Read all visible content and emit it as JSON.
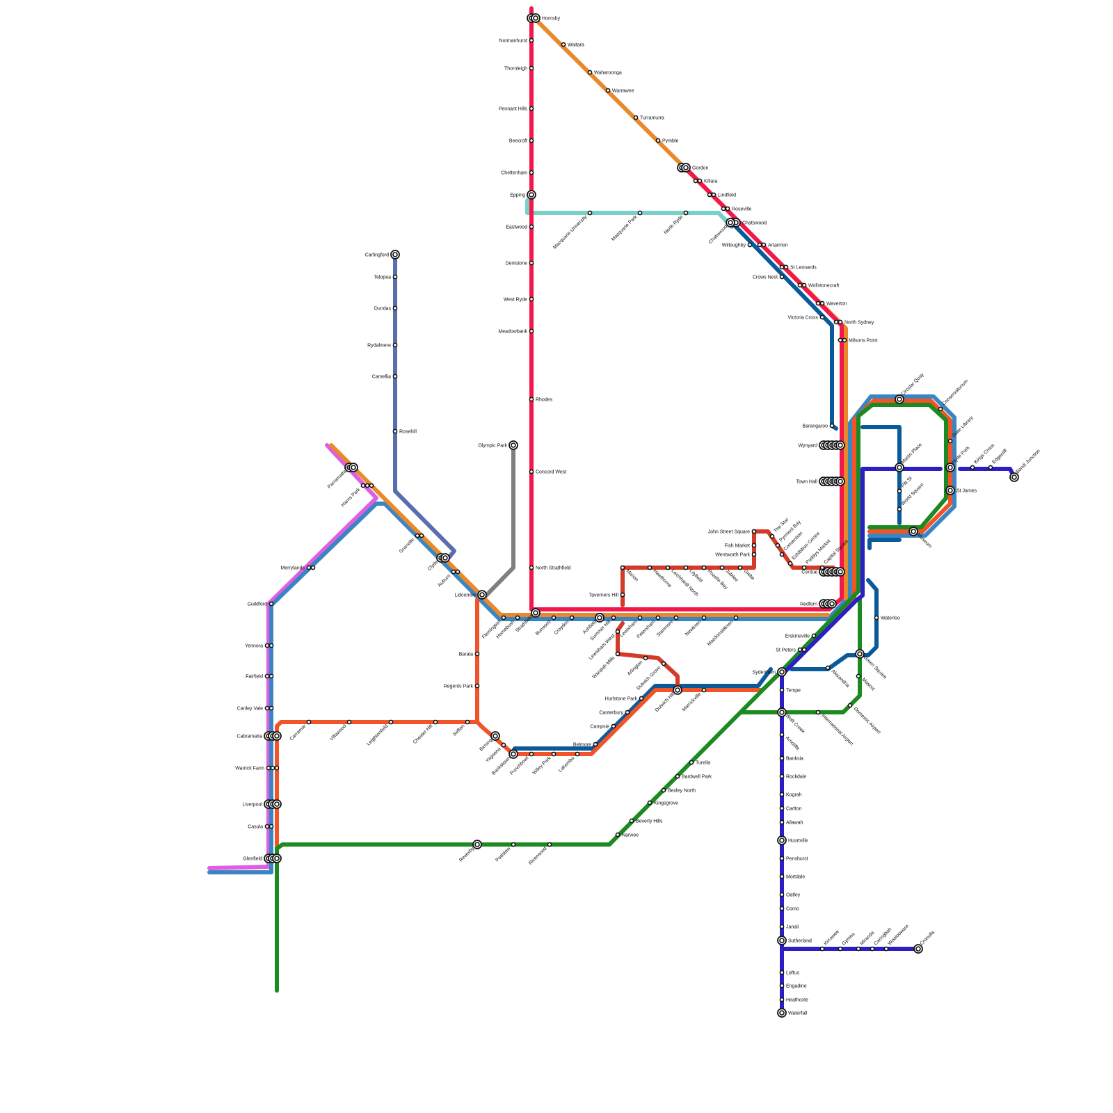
{
  "colors": {
    "red": "#f3174b",
    "orange": "#e8892b",
    "steel": "#3a86c2",
    "navy": "#0a5a99",
    "teal": "#78d0c6",
    "slate": "#5a6eae",
    "grey": "#7f7f80",
    "magenta": "#de5fe3",
    "tomato": "#f05428",
    "brick": "#d33a27",
    "green": "#1b8b21",
    "violet": "#2c1ec5"
  },
  "stations": {
    "hornsby": "Hornsby",
    "normanhurst": "Normanhurst",
    "thornleigh": "Thornleigh",
    "pennant_hills": "Pennant Hills",
    "beecroft": "Beecroft",
    "cheltenham": "Cheltenham",
    "epping": "Epping",
    "eastwood": "Eastwood",
    "denistone": "Denistone",
    "west_ryde": "West Ryde",
    "meadowbank": "Meadowbank",
    "rhodes": "Rhodes",
    "concord_west": "Concord West",
    "north_strathfield": "North Strathfield",
    "waitara": "Waitara",
    "wahroonga": "Waharoonga",
    "warrawee": "Warrawee",
    "turramurra": "Turramurra",
    "pymble": "Pymble",
    "gordon": "Gordon",
    "killara": "Killara",
    "lindfield": "Lindfield",
    "roseville": "Roseville",
    "chatswood_e": "Chatswood",
    "chatswood_w": "Chatswood",
    "artarmon": "Artarmon",
    "willoughby": "Willoughby",
    "st_leonards": "St Leonards",
    "crows_nest": "Crows Nest",
    "wollstonecraft": "Wollstonecraft",
    "waverton": "Waverton",
    "victoria_cross": "Victoria Cross",
    "north_sydney": "North Sydney",
    "milsons_point": "Milsons Point",
    "macquarie_university": "Macquarie University",
    "macquarie_park": "Macquarie Park",
    "north_ryde": "North Ryde",
    "carlingford": "Carlingford",
    "telopea": "Telopea",
    "dundas": "Dundas",
    "rydalmere": "Rydalmere",
    "camellia": "Camellia",
    "rosehill": "Rosehill",
    "olympic_park": "Olympic Park",
    "parramatta": "Parramatta",
    "harris_park": "Harris Park",
    "granville": "Granville",
    "clyde": "Clyde",
    "auburn": "Auburn",
    "lidcombe": "Lidcombe",
    "flemington": "Flemington",
    "homebush": "Homebush",
    "strathfield": "Strathfield",
    "burwood": "Burwood",
    "croydon": "Croydon",
    "ashfield": "Ashfield",
    "summer_hill": "Summer Hill",
    "lewisham": "Lewisham",
    "petersham": "Petersham",
    "stanmore": "Stanmore",
    "newtown": "Newtown",
    "macdonaldtown": "Macdonaldtown",
    "redfern": "Redfern",
    "merrylands": "Merrylands",
    "guildford": "Guildford",
    "yennora": "Yennora",
    "fairfield": "Fairfield",
    "canley_vale": "Canley Vale",
    "cabramatta": "Cabramatta",
    "warrick_farm": "Warrick Farm",
    "liverpool": "Liverpool",
    "casula": "Casula",
    "glenfield": "Glenfield",
    "carramar": "Carramar",
    "villawood": "Villawood",
    "leightonfield": "Leightonfield",
    "chester_hill": "Chester Hill",
    "sefton": "Sefton",
    "berala": "Barala",
    "regents_park": "Regents Park",
    "birrong": "Birrong",
    "yagoona": "Yagoona",
    "bankstown": "Bankstown",
    "punchbowl": "Punchbowl",
    "wiley_park": "Wiley Park",
    "lakemba": "Lakemba",
    "belmore": "Belmore",
    "campsie": "Campsie",
    "canterbury": "Canterbury",
    "hurlstone_park": "Hurlstone Park",
    "dulwich_hill": "Dulwich Hill",
    "marrickville": "Marrickville",
    "sydenham": "Sydenham",
    "st_peters": "St Peters",
    "erskineville": "Erskineville",
    "revesby": "Revesby",
    "padstow": "Padstow",
    "riverwood": "Riverwood",
    "narwee": "Narwee",
    "beverly_hills": "Beverly Hills",
    "kingsgrove": "Kingsgrove",
    "bexley_north": "Bexley North",
    "bardwell_park": "Bardwell Park",
    "turrella": "Turella",
    "tempe": "Tempe",
    "wolli_creek": "Wolli Creek",
    "arncliffe": "Arncliffe",
    "banksia": "Banksia",
    "rockdale": "Rockdale",
    "kogarah": "Kograh",
    "carlton": "Carlton",
    "allawah": "Allawah",
    "hurstville": "Husrtville",
    "penshurst": "Penshurst",
    "mortdale": "Mortdale",
    "oatley": "Oatley",
    "como": "Como",
    "jannali": "Janali",
    "sutherland": "Sutherland",
    "loftus": "Loftus",
    "engadine": "Engadine",
    "heathcote": "Heathcote",
    "waterfall": "Waterfall",
    "kirrawee": "Kirrawee",
    "gymea": "Gymea",
    "miranda": "Miranda",
    "caringbah": "Caringbah",
    "woolooware": "Woolooware",
    "cronulla": "Cronulla",
    "international_airport": "International Airport",
    "domestic_airport": "Domestic Airport",
    "mascot": "Mascot",
    "green_square": "Green Square",
    "alexandria": "Alexandria",
    "waterloo": "Waterloo",
    "central": "Central",
    "town_hall": "Town Hall",
    "wynyard": "Wynyard",
    "barangaroo": "Barangaroo",
    "circular_quay": "Circular Quay",
    "conservatorium": "Conservatorium",
    "state_library": "State Library",
    "martin_place": "Martin Place",
    "pitt_st": "Pitt St",
    "world_square": "World Square",
    "hyde_park": "Hyde Park",
    "st_james": "St James",
    "museum": "Museum",
    "kings_cross": "Kings Cross",
    "edgecliff": "Edgecliff",
    "bondi_junction": "Bondi Junction",
    "john_street_square": "John Street Square",
    "fish_market": "Fish Market",
    "wentworth_park": "Wentworth Park",
    "the_star": "The Star",
    "pyrmont_bay": "Pyrmont Bay",
    "convention": "Convention",
    "exhibition_centre": "Exhibition Centre",
    "paddys_market": "Paddys Market",
    "capitol_square": "Capitol Square",
    "taverners_hill": "Taverners Hill",
    "marion": "Marion",
    "hawthorne": "Hawthorne",
    "leichhardt_north": "Leichhardt North",
    "lilyfield": "Lilyfield",
    "rozelle_bay": "Rozelle Bay",
    "jubilee": "Jubilee",
    "glebe": "Glebe",
    "lewisham_west": "Lewisham West",
    "waratah_mills": "Waratah Mills",
    "arlington": "Arlington",
    "dulwich_grove": "Dulwich Grove"
  }
}
